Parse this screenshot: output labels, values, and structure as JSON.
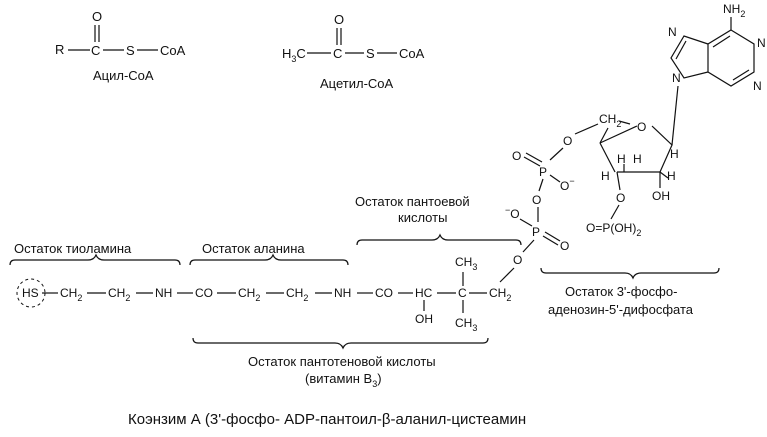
{
  "acyl_coa": {
    "r": "R",
    "c": "C",
    "o": "O",
    "s": "S",
    "coa": "CoA",
    "name": "Ацил-CoA"
  },
  "acetyl_coa": {
    "h3c": "H",
    "h3c_sub": "3",
    "h3c_c": "C",
    "c": "C",
    "o": "O",
    "s": "S",
    "coa": "CoA",
    "name": "Ацетил-CoA"
  },
  "adenine": {
    "nh2": "NH",
    "nh2_sub": "2",
    "n1": "N",
    "n3": "N",
    "n7": "N",
    "n9": "N"
  },
  "ribose": {
    "o_ring": "O",
    "ch2": "CH",
    "ch2_sub": "2",
    "h1": "H",
    "h2": "H",
    "h3": "H",
    "h4": "H",
    "oh": "OH",
    "o3": "O",
    "phos": "O=P(OH)",
    "phos_sub": "2"
  },
  "phosphates": {
    "o_link": "O",
    "p1": "P",
    "p1_o_dbl": "O",
    "p1_o_minus": "O",
    "minus": "−",
    "o_bridge": "O",
    "p2": "P",
    "p2_o_minus": "O",
    "p2_o_dbl": "O",
    "o_pant": "O"
  },
  "chain": {
    "hs": "HS",
    "ch2_a": "CH",
    "ch2_b": "CH",
    "nh_a": "NH",
    "co_a": "CO",
    "ch2_c": "CH",
    "ch2_d": "CH",
    "nh_b": "NH",
    "co_b": "CO",
    "hc": "HC",
    "c_quat": "C",
    "ch2_e": "CH",
    "sub2": "2",
    "ch3_up": "CH",
    "ch3_down": "CH",
    "sub3": "3",
    "oh": "OH"
  },
  "labels": {
    "thiolamine": "Остаток тиоламина",
    "alanine": "Остаток аланина",
    "pantoic_1": "Остаток пантоевой",
    "pantoic_2": "кислоты",
    "adenosine_1": "Остаток 3'-фосфо-",
    "adenosine_2": "аденозин-5'-дифосфата",
    "pantothenic_1": "Остаток пантотеновой кислоты",
    "pantothenic_2": "(витамин B",
    "pantothenic_2_sub": "3",
    "pantothenic_2_end": ")"
  },
  "caption": "Коэнзим А (3'-фосфо- ADP-пантоил-β-аланил-цистеамин"
}
